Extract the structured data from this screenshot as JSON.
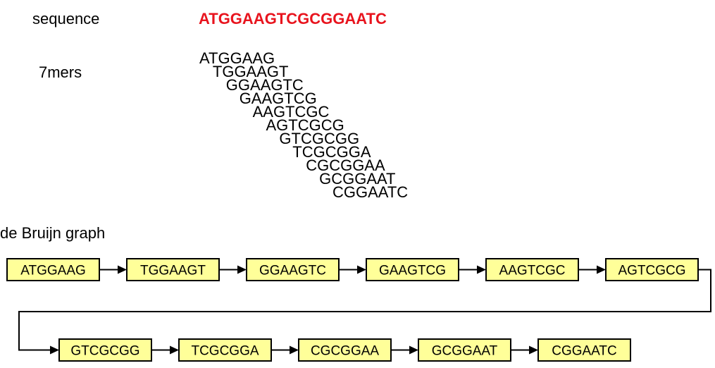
{
  "sequence_label": "sequence",
  "sequence": "ATGGAAGTCGCGGAATC",
  "sequence_color": "#e8141e",
  "kmers_label": "7mers",
  "kmers": [
    "ATGGAAG",
    "TGGAAGT",
    "GGAAGTC",
    "GAAGTCG",
    "AAGTCGC",
    "AGTCGCG",
    "GTCGCGG",
    "TCGCGGA",
    "CGCGGAA",
    "GCGGAAT",
    "CGGAATC"
  ],
  "graph_label": "de Bruijn graph",
  "graph": {
    "node_fill": "#ffff99",
    "rows": [
      [
        "ATGGAAG",
        "TGGAAGT",
        "GGAAGTC",
        "GAAGTCG",
        "AAGTCGC",
        "AGTCGCG"
      ],
      [
        "GTCGCGG",
        "TCGCGGA",
        "CGCGGAA",
        "GCGGAAT",
        "CGGAATC"
      ]
    ]
  }
}
